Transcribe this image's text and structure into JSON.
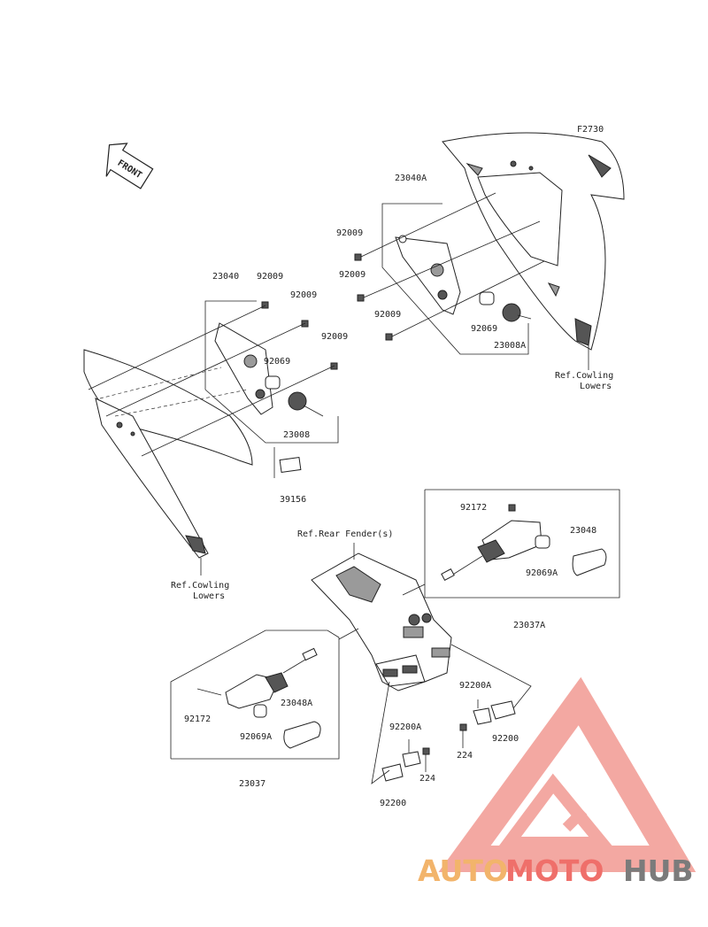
{
  "figure_code": "F2730",
  "front_label": "FRONT",
  "labels": {
    "p23040": "23040",
    "p23040A": "23040A",
    "p92009_a": "92009",
    "p92009_b": "92009",
    "p92009_c": "92009",
    "p92009_d": "92009",
    "p92009_e": "92009",
    "p92009_f": "92009",
    "p92069_l": "92069",
    "p92069_r": "92069",
    "p23008": "23008",
    "p23008A": "23008A",
    "p39156": "39156",
    "ref_cowling_right_1": "Ref.Cowling",
    "ref_cowling_right_2": "Lowers",
    "ref_cowling_left_1": "Ref.Cowling",
    "ref_cowling_left_2": "Lowers",
    "ref_rear_fender": "Ref.Rear Fender(s)",
    "p92172_r": "92172",
    "p23048": "23048",
    "p92069A_r": "92069A",
    "p23037A": "23037A",
    "p92172_l": "92172",
    "p23048A": "23048A",
    "p92069A_l": "92069A",
    "p23037": "23037",
    "p92200A_r": "92200A",
    "p92200_r": "92200",
    "p224_r": "224",
    "p92200A_c": "92200A",
    "p224_c": "224",
    "p92200_c": "92200"
  },
  "watermark": {
    "part1": "AUTO",
    "part2": "MOTO",
    "part3": "HUB",
    "colors": {
      "auto": "#f2b46b",
      "moto": "#ef6f6a",
      "hub": "#7b7b7b",
      "logo": "#f19a92"
    }
  }
}
